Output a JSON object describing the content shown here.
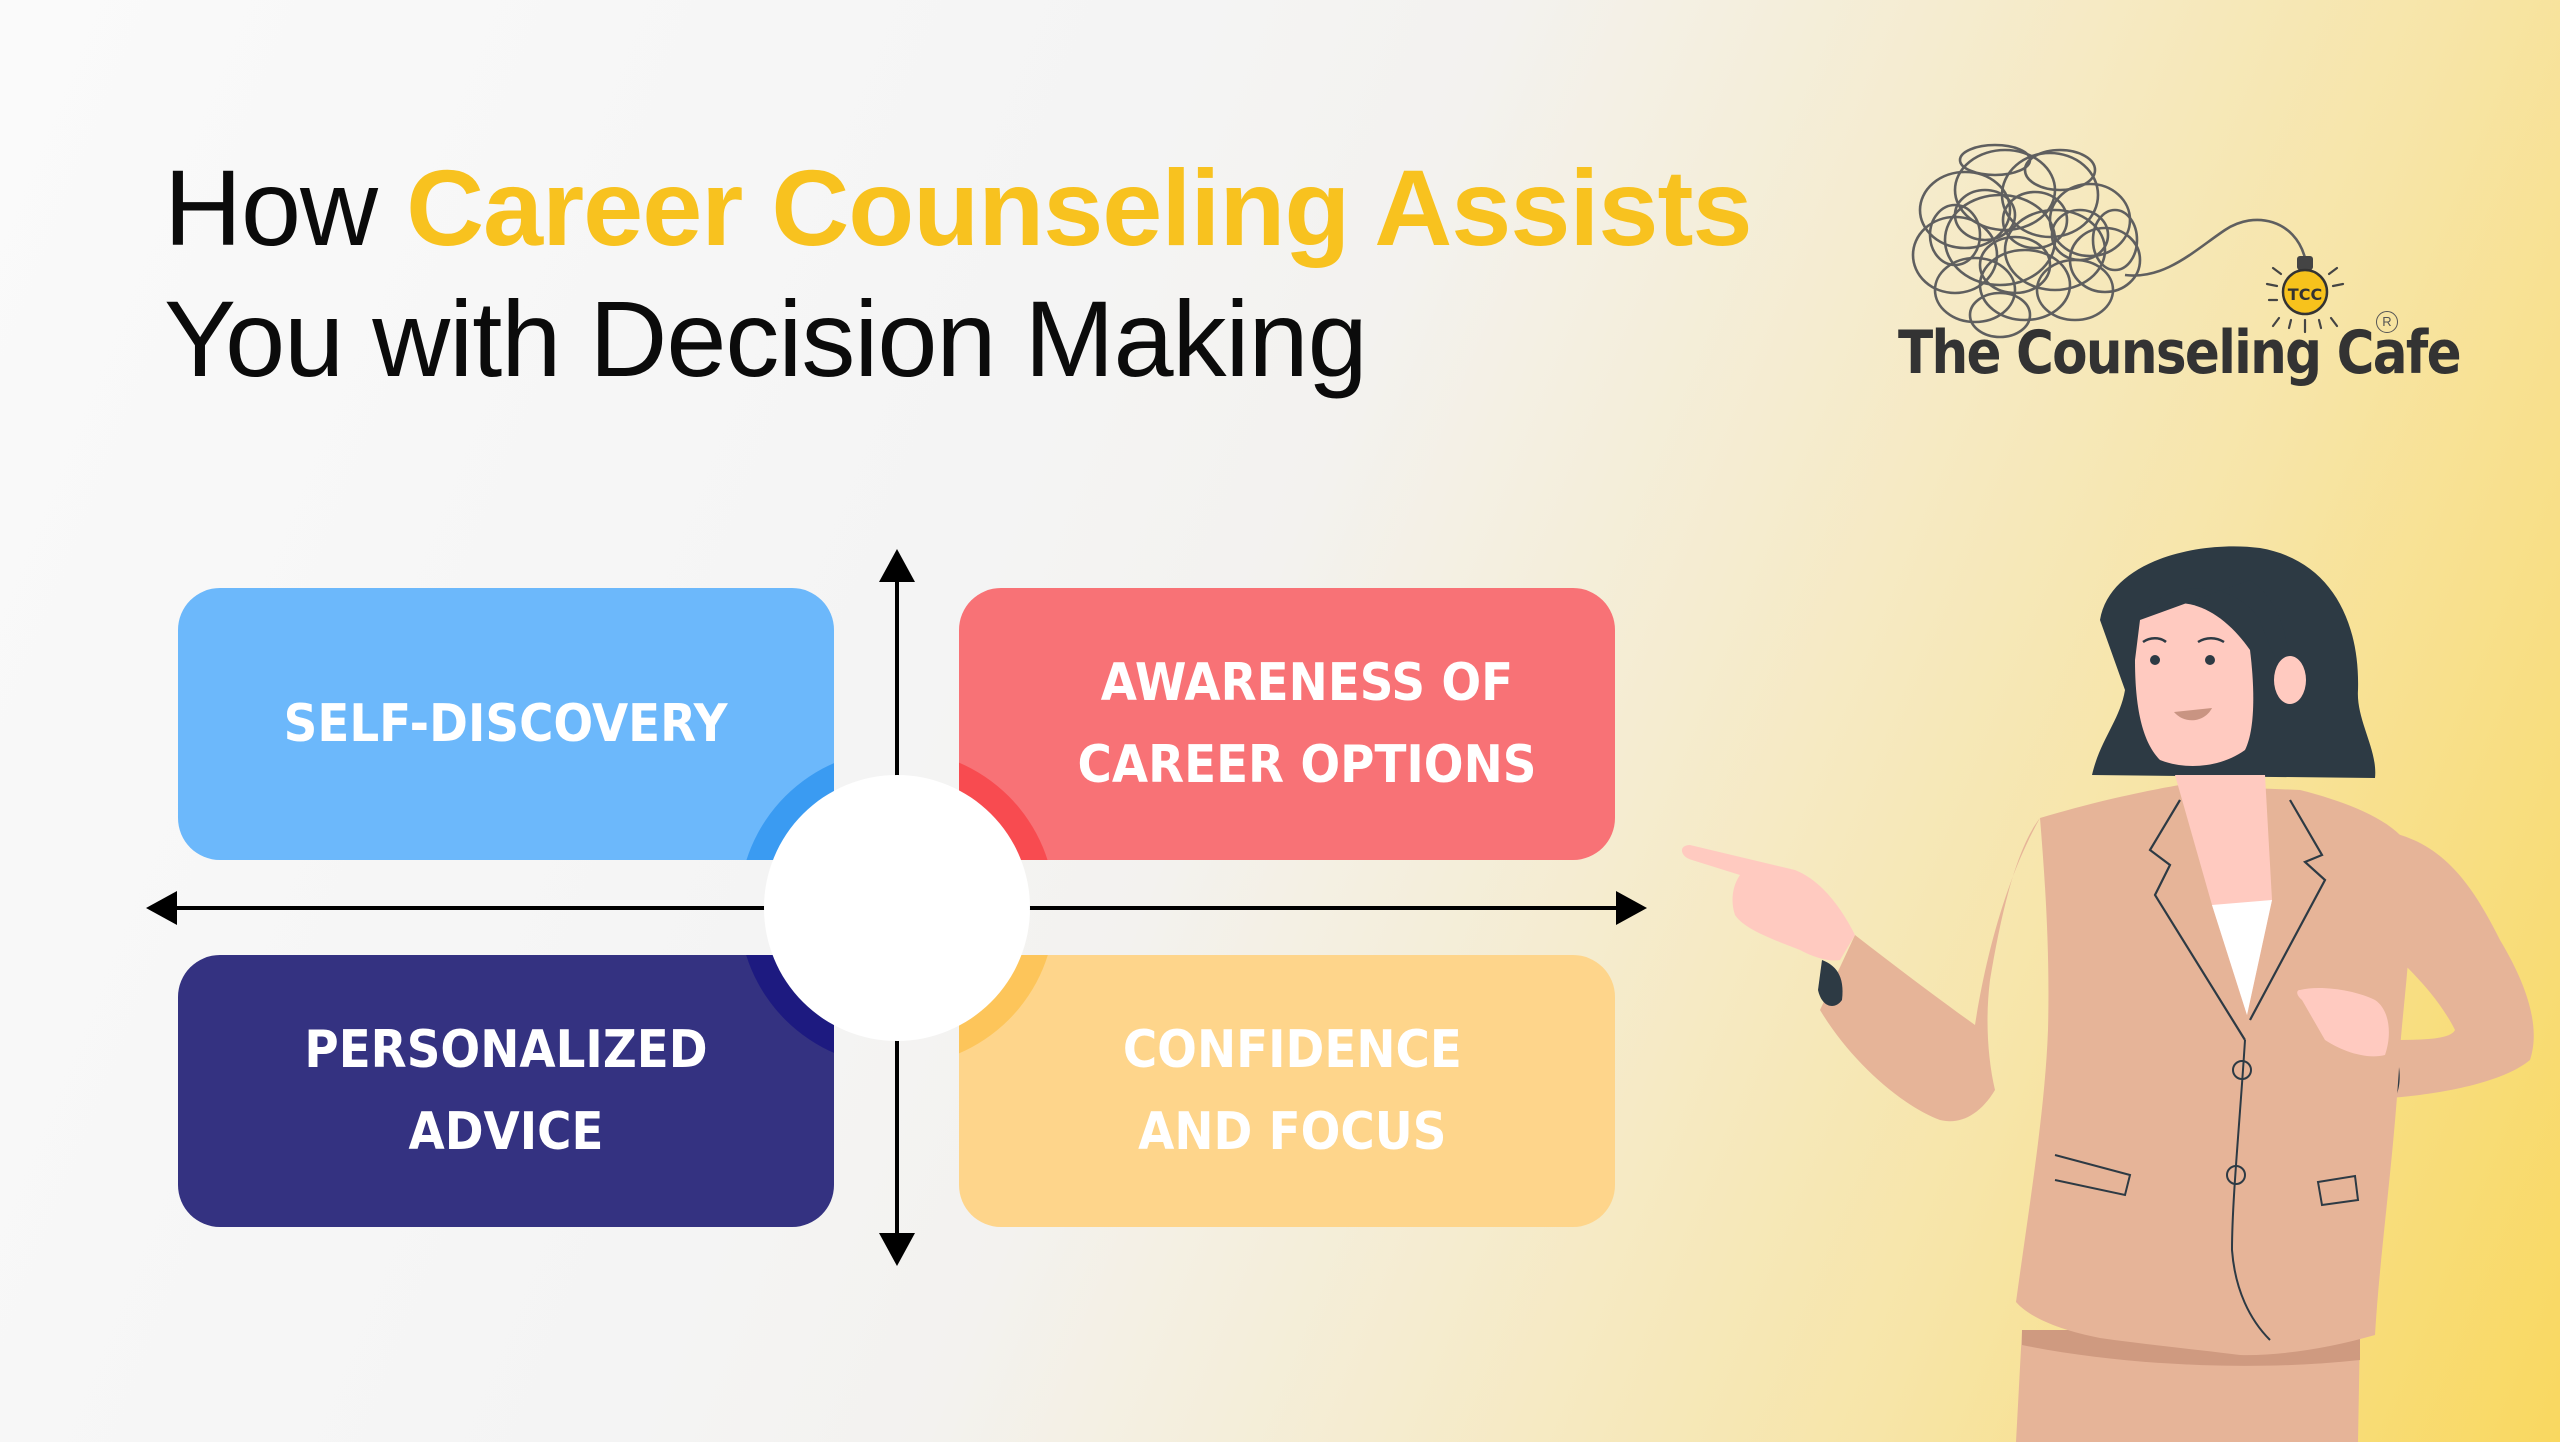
{
  "title": {
    "prefix": "How ",
    "highlight": "Career Counseling Assists",
    "line2": "You with Decision Making",
    "highlight_color": "#F8C21F"
  },
  "logo": {
    "brand": "The Counseling Cafe",
    "bulb_text": "TCC",
    "registered": "R",
    "icon": "tangled-brain-lightbulb-icon"
  },
  "quadrants": [
    {
      "position": "top-left",
      "label": "SELF-DISCOVERY",
      "color": "#6CB8FB",
      "accent": "#3A9BF2"
    },
    {
      "position": "top-right",
      "label": "AWARENESS OF CAREER OPTIONS",
      "line1": "AWARENESS OF",
      "line2": "CAREER OPTIONS",
      "color": "#F87276",
      "accent": "#F84B50"
    },
    {
      "position": "bottom-left",
      "label": "PERSONALIZED ADVICE",
      "line1": "PERSONALIZED",
      "line2": "ADVICE",
      "color": "#343281",
      "accent": "#1D1A80"
    },
    {
      "position": "bottom-right",
      "label": "CONFIDENCE AND FOCUS",
      "line1": "CONFIDENCE",
      "line2": "AND FOCUS",
      "color": "#FED58B",
      "accent": "#FDC55A"
    }
  ],
  "illustration": {
    "subject": "woman-in-beige-suit-pointing-left",
    "colors": {
      "hair": "#2D3A44",
      "skin": "#FFCAC0",
      "jacket": "#E6B498",
      "shirt": "#FFFFFF"
    }
  },
  "background": {
    "from": "#FAFAFA",
    "to": "#F9D860"
  }
}
